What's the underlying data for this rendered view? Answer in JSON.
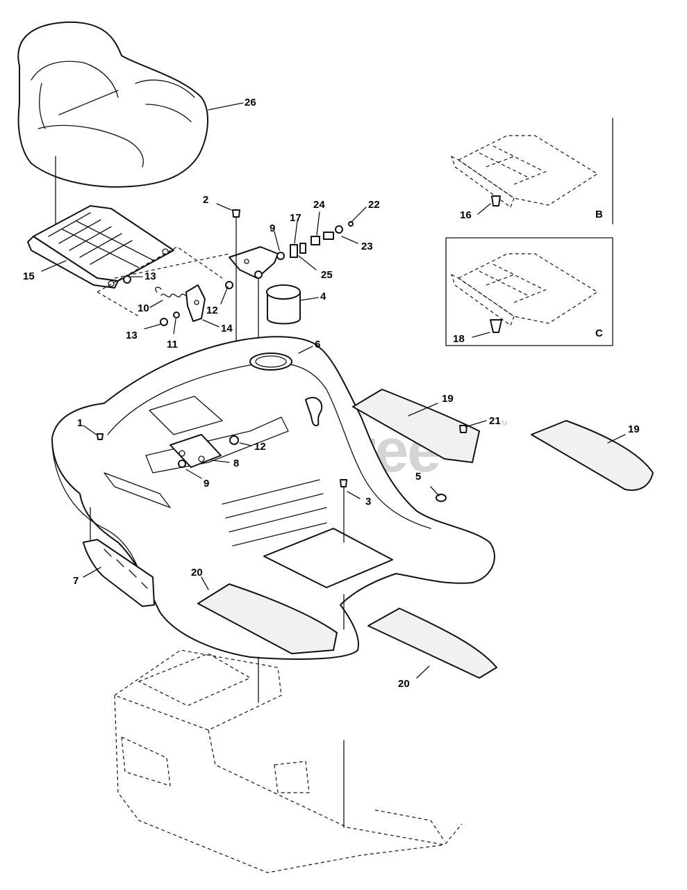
{
  "watermark": "PartsTree",
  "watermark_mark": "TM",
  "inset_labels": {
    "b": "B",
    "c": "C"
  },
  "callouts": {
    "p1": "1",
    "p2": "2",
    "p3": "3",
    "p4": "4",
    "p5": "5",
    "p6": "6",
    "p7": "7",
    "p8": "8",
    "p9a": "9",
    "p9b": "9",
    "p10": "10",
    "p11": "11",
    "p12a": "12",
    "p12b": "12",
    "p13a": "13",
    "p13b": "13",
    "p14": "14",
    "p15": "15",
    "p16": "16",
    "p17": "17",
    "p18": "18",
    "p19a": "19",
    "p19b": "19",
    "p20a": "20",
    "p20b": "20",
    "p21": "21",
    "p22": "22",
    "p23": "23",
    "p24": "24",
    "p25": "25",
    "p26": "26"
  }
}
